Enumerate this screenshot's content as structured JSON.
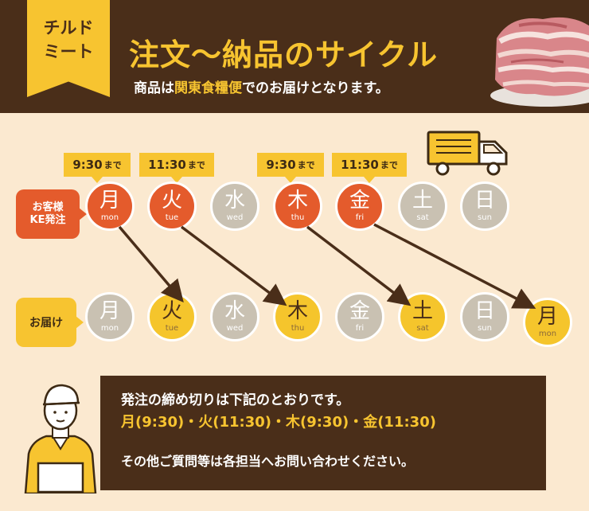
{
  "header": {
    "badge_line1": "チルド",
    "badge_line2": "ミート",
    "title": "注文〜納品のサイクル",
    "subtitle_pre": "商品は",
    "subtitle_highlight": "関東食糧便",
    "subtitle_post": "でのお届けとなります。"
  },
  "labels": {
    "order_line1": "お客様",
    "order_line2": "KE発注",
    "deliver": "お届け"
  },
  "order_row": [
    {
      "kanji": "月",
      "en": "mon",
      "state": "order",
      "deadline": "9:30",
      "deadline_suffix": "まで"
    },
    {
      "kanji": "火",
      "en": "tue",
      "state": "order",
      "deadline": "11:30",
      "deadline_suffix": "まで"
    },
    {
      "kanji": "水",
      "en": "wed",
      "state": "none"
    },
    {
      "kanji": "木",
      "en": "thu",
      "state": "order",
      "deadline": "9:30",
      "deadline_suffix": "まで"
    },
    {
      "kanji": "金",
      "en": "fri",
      "state": "order",
      "deadline": "11:30",
      "deadline_suffix": "まで"
    },
    {
      "kanji": "土",
      "en": "sat",
      "state": "none"
    },
    {
      "kanji": "日",
      "en": "sun",
      "state": "none"
    }
  ],
  "delivery_row": [
    {
      "kanji": "月",
      "en": "mon",
      "state": "none"
    },
    {
      "kanji": "火",
      "en": "tue",
      "state": "delivery"
    },
    {
      "kanji": "水",
      "en": "wed",
      "state": "none"
    },
    {
      "kanji": "木",
      "en": "thu",
      "state": "delivery"
    },
    {
      "kanji": "金",
      "en": "fri",
      "state": "none"
    },
    {
      "kanji": "土",
      "en": "sat",
      "state": "delivery"
    },
    {
      "kanji": "日",
      "en": "sun",
      "state": "none"
    },
    {
      "kanji": "月",
      "en": "mon",
      "state": "delivery"
    }
  ],
  "flows": [
    {
      "from": "月",
      "to": "火"
    },
    {
      "from": "火",
      "to": "木"
    },
    {
      "from": "木",
      "to": "土"
    },
    {
      "from": "金",
      "to": "月"
    }
  ],
  "note": {
    "line1": "発注の締め切りは下記のとおりです。",
    "line2": "月(9:30)・火(11:30)・木(9:30)・金(11:30)",
    "line3": "その他ご質問等は各担当へお問い合わせください。"
  },
  "colors": {
    "brown": "#4a2e19",
    "yellow": "#f7c430",
    "order_red": "#e45b2c",
    "inactive_gray": "#c9c1b2",
    "background": "#fbe9d0"
  },
  "icons": [
    "truck-icon",
    "meat-image",
    "person-illustration"
  ]
}
